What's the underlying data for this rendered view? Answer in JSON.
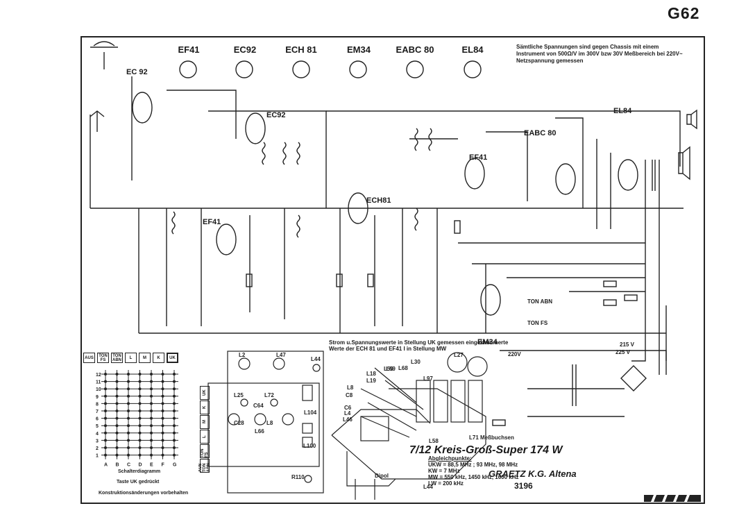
{
  "page_code": "G62",
  "tubes_top": [
    "EF41",
    "EC92",
    "ECH 81",
    "EM34",
    "EABC 80",
    "EL84"
  ],
  "tube_labels_circuit": {
    "ec92_a": "EC 92",
    "ec92_b": "EC92",
    "ef41_a": "EF41",
    "ech81": "ECH81",
    "eabc80": "EABC 80",
    "el84": "EL84",
    "em34": "EM34",
    "ef41_b": "EF41"
  },
  "voltage_note": "Sämtliche Spannungen sind gegen Chassis mit einem Instrument von 500Ω/V im 300V bzw 30V Meßbereich bei 220V~ Netzspannung gemessen",
  "uk_note": "Strom u.Spannungswerte in Stellung UK gemessen eingeklammerte Werte der ECH 81 und EF41 I in Stellung MW",
  "switch_bands": [
    "AUS",
    "TON FS",
    "TON ABN",
    "L",
    "M",
    "K",
    "UK"
  ],
  "switch_rows": [
    "12",
    "11",
    "10",
    "9",
    "8",
    "7",
    "6",
    "5",
    "4",
    "3",
    "2",
    "1"
  ],
  "switch_cols": [
    "A",
    "B",
    "C",
    "D",
    "E",
    "F",
    "G"
  ],
  "switch_caption_1": "Schalterdiagramm",
  "switch_caption_2": "Taste UK gedrückt",
  "switch_caption_3": "Konstruktionsänderungen vorbehalten",
  "coil_side_labels": [
    "UK",
    "K",
    "M",
    "L",
    "TON FS",
    "AUS TON ABN"
  ],
  "coil_labels": [
    "L2",
    "L47",
    "L44",
    "L25",
    "L72",
    "C64",
    "C28",
    "L8",
    "L66",
    "L104",
    "L100",
    "R110"
  ],
  "chassis_labels": [
    "L30",
    "L27",
    "L69",
    "L68",
    "L18",
    "L19",
    "L8",
    "C8",
    "C6",
    "L4",
    "L46",
    "L97",
    "L71",
    "L59",
    "L58",
    "L44"
  ],
  "chassis_meas": "Meßbuchsen",
  "chassis_dipol": "Dipol",
  "title": "7/12 Kreis-Groß-Super 174 W",
  "maker": "GRAETZ K.G. Altena",
  "drawing_no": "3196",
  "alignment": {
    "heading": "Abgleichpunkte:",
    "lines": [
      "UKW = 88,5 MHz ; 93 MHz, 98 MHz",
      "KW  =     7 MHz",
      "MW  = 550 kHz, 1450 kHz, 1600 kHz",
      "LW  = 200 kHz"
    ]
  },
  "circuit_tags": {
    "ton_abn": "TON ABN",
    "ton_fs": "TON FS",
    "v215": "215 V",
    "v225": "225 V",
    "mains": "220V"
  }
}
